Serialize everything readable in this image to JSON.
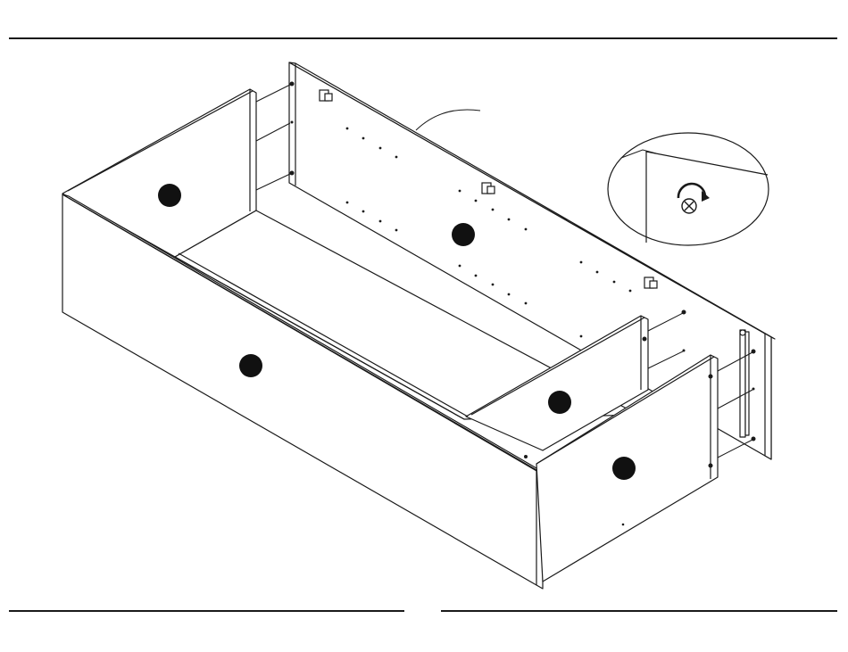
{
  "diagram": {
    "panels": [
      {
        "id": "left-side-panel",
        "marker": "filled-circle"
      },
      {
        "id": "back-panel",
        "marker": "filled-circle"
      },
      {
        "id": "front-panel",
        "marker": "filled-circle"
      },
      {
        "id": "center-divider-panel",
        "marker": "filled-circle"
      },
      {
        "id": "right-side-panel",
        "marker": "filled-circle"
      }
    ],
    "detail_callout": {
      "shows": "screw-turn-detail",
      "icon": "screwdriver-rotate-icon"
    },
    "colors": {
      "line": "#1a1a1a",
      "marker": "#111111",
      "paper": "#ffffff"
    }
  }
}
